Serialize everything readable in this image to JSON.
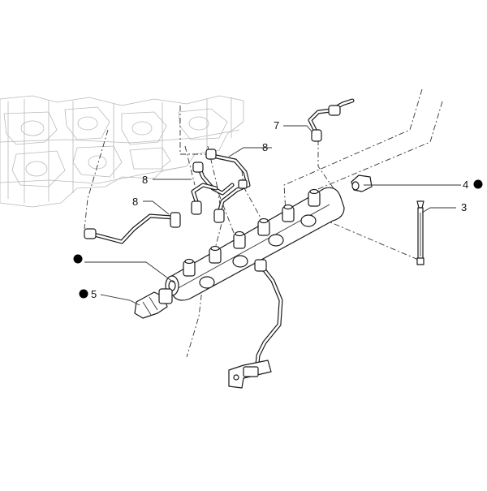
{
  "callouts": {
    "c1": {
      "number": "7",
      "dot": false
    },
    "c2": {
      "number": "8",
      "dot": false
    },
    "c3": {
      "number": "8",
      "dot": false
    },
    "c4": {
      "number": "8",
      "dot": false
    },
    "c5": {
      "number": "4",
      "dot": true
    },
    "c6": {
      "number": "3",
      "dot": false
    },
    "c7": {
      "number": "",
      "dot": true
    },
    "c8": {
      "number": "5",
      "dot": true
    }
  },
  "colors": {
    "ink": "#1a1a1a",
    "ghost": "#b9b9b9",
    "background": "#ffffff"
  }
}
